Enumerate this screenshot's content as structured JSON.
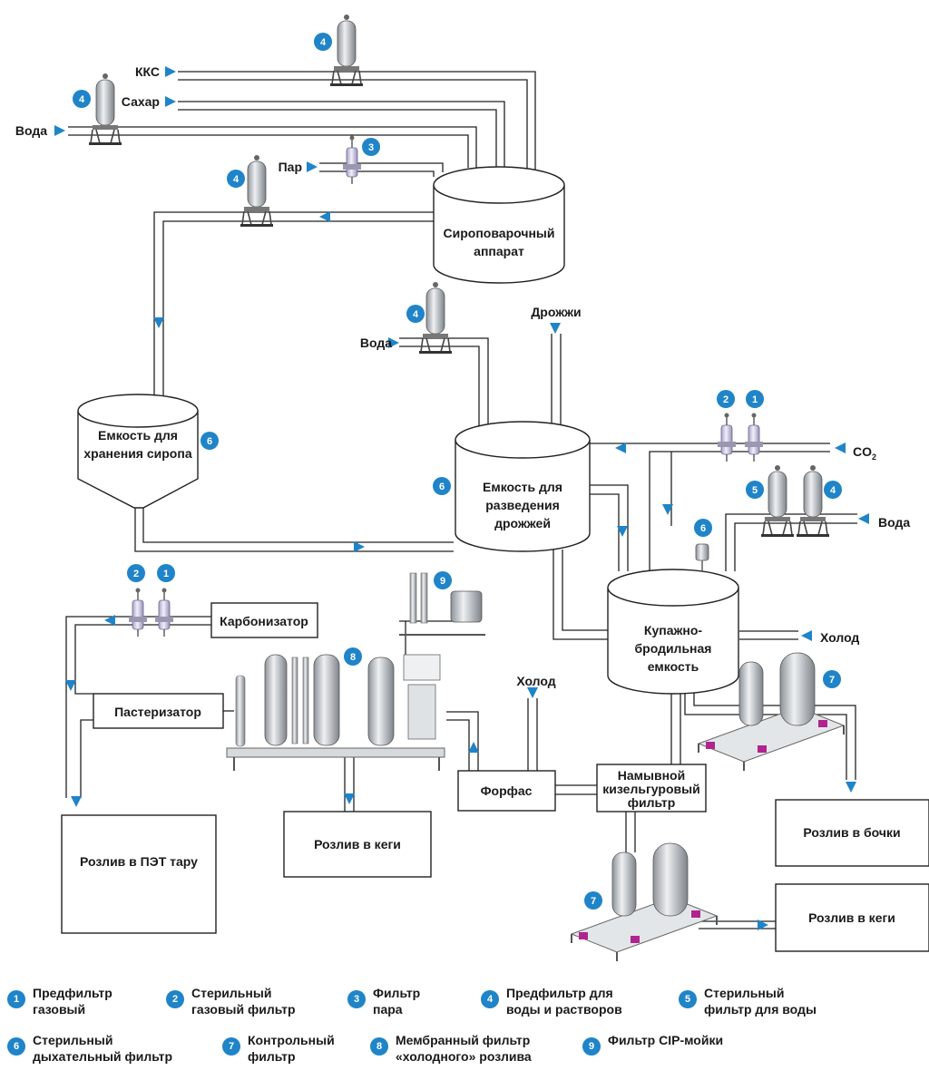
{
  "inputs": {
    "kks": "ККС",
    "sugar": "Сахар",
    "water": "Вода",
    "steam": "Пар",
    "yeast": "Дрожжи",
    "co2": "CO",
    "co2_sub": "2",
    "cold": "Холод"
  },
  "units": {
    "syrup_cooker": [
      "Сироповарочный",
      "аппарат"
    ],
    "syrup_storage": [
      "Емкость для",
      "хранения сиропа"
    ],
    "yeast_tank": [
      "Емкость для",
      "разведения",
      "дрожжей"
    ],
    "fermenter": [
      "Купажно-",
      "бродильная",
      "емкость"
    ],
    "carbonizer": "Карбонизатор",
    "pasteurizer": "Пастеризатор",
    "forfas": "Форфас",
    "kieselguhr": [
      "Намывной",
      "кизельгуровый",
      "фильтр"
    ]
  },
  "outputs": {
    "pet": "Розлив в ПЭТ тару",
    "kegs_a": "Розлив в кеги",
    "barrels": "Розлив в бочки",
    "kegs_b": "Розлив в кеги"
  },
  "badge_numbers": [
    "1",
    "2",
    "3",
    "4",
    "5",
    "6",
    "7",
    "8",
    "9"
  ],
  "legend": [
    {
      "num": "1",
      "text": "Предфильтр\nгазовый"
    },
    {
      "num": "2",
      "text": "Стерильный\nгазовый фильтр"
    },
    {
      "num": "3",
      "text": "Фильтр\nпара"
    },
    {
      "num": "4",
      "text": "Предфильтр для\nводы и растворов"
    },
    {
      "num": "5",
      "text": "Стерильный\nфильтр для воды"
    },
    {
      "num": "6",
      "text": "Стерильный\nдыхательный фильтр"
    },
    {
      "num": "7",
      "text": "Контрольный\nфильтр"
    },
    {
      "num": "8",
      "text": "Мембранный фильтр\n«холодного» розлива"
    },
    {
      "num": "9",
      "text": "Фильтр CIP-мойки"
    }
  ],
  "colors": {
    "badge": "#1f84c8",
    "arrow": "#1f84c8",
    "vessel_fill": "#c8ccd1",
    "sterile_fill": "#d9d4ea",
    "accent_magenta": "#b0248f"
  }
}
